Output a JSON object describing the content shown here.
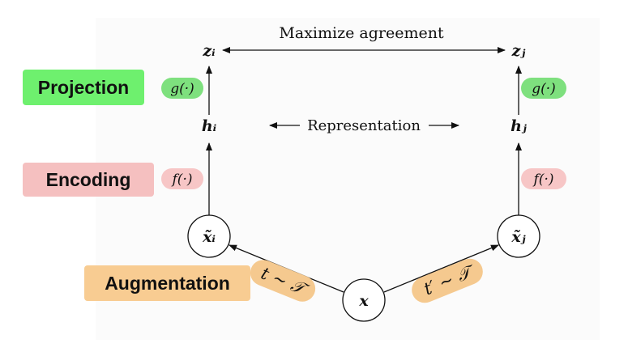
{
  "title": "Maximize agreement",
  "representation_label": "Representation",
  "labels": {
    "projection": "Projection",
    "encoding": "Encoding",
    "augmentation": "Augmentation"
  },
  "nodes": {
    "x": "x",
    "x_i": "x̃ᵢ",
    "x_j": "x̃ⱼ",
    "h_i": "hᵢ",
    "h_j": "hⱼ",
    "z_i": "zᵢ",
    "z_j": "zⱼ"
  },
  "functions": {
    "g": "g(·)",
    "f": "f(·)"
  },
  "transforms": {
    "t_left": "t ∼ 𝒯",
    "t_right": "t′ ∼ 𝒯"
  },
  "colors": {
    "projection": "#6ef06e",
    "projection_pill": "#7ee07e",
    "encoding": "#f5c0c0",
    "encoding_pill": "#f7c6c6",
    "augmentation": "#f8cc92",
    "augmentation_pill": "#f5c98f",
    "panel": "#fbfbfb"
  }
}
